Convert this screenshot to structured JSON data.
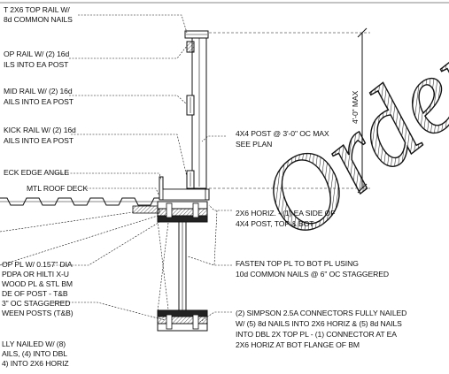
{
  "watermark": "Order",
  "dimension": {
    "label": "4'-0\" MAX"
  },
  "labels": {
    "top_rail_l1": "T 2X6 TOP RAIL W/",
    "top_rail_l2": "8d COMMON NAILS",
    "top_rail2_l1": "OP RAIL W/ (2) 16d",
    "top_rail2_l2": "ILS INTO EA POST",
    "mid_rail_l1": "MID RAIL W/ (2) 16d",
    "mid_rail_l2": "AILS INTO EA POST",
    "kick_rail_l1": "KICK RAIL W/ (2) 16d",
    "kick_rail_l2": "AILS INTO EA POST",
    "deck_edge": "ECK EDGE ANGLE",
    "roof_deck": "MTL ROOF DECK",
    "post_l1": "4X4 POST @ 3'-0\" OC MAX",
    "post_l2": "SEE PLAN",
    "horiz_l1": "2X6 HORIZ. - (1) EA SIDE OF",
    "horiz_l2": "4X4 POST, TOP & BOT",
    "fasten_l1": "FASTEN TOP PL TO BOT PL USING",
    "fasten_l2": "10d COMMON NAILS @ 6\" OC STAGGERED",
    "simpson_l1": "(2) SIMPSON 2.5A CONNECTORS FULLY NAILED",
    "simpson_l2": "W/ (5) 8d NAILS INTO 2X6 HORIZ & (5) 8d NAILS",
    "simpson_l3": "INTO DBL 2X TOP PL - (1) CONNECTOR AT EA",
    "simpson_l4": "2X6 HORIZ AT BOT FLANGE OF BM",
    "left_l1": "OP PL W/ 0.157\" DIA",
    "left_l2": "PDPA OR HILTI X-U",
    "left_l3": "WOOD PL & STL BM",
    "left_l4": "DE OF POST - T&B",
    "left_l5": "3\" OC STAGGERED",
    "left_l6": "WEEN POSTS (T&B)",
    "left_l7": "LLY NAILED W/ (8)",
    "left_l8": "AILS, (4) INTO DBL",
    "left_l9": "4) INTO 2X6 HORIZ"
  }
}
